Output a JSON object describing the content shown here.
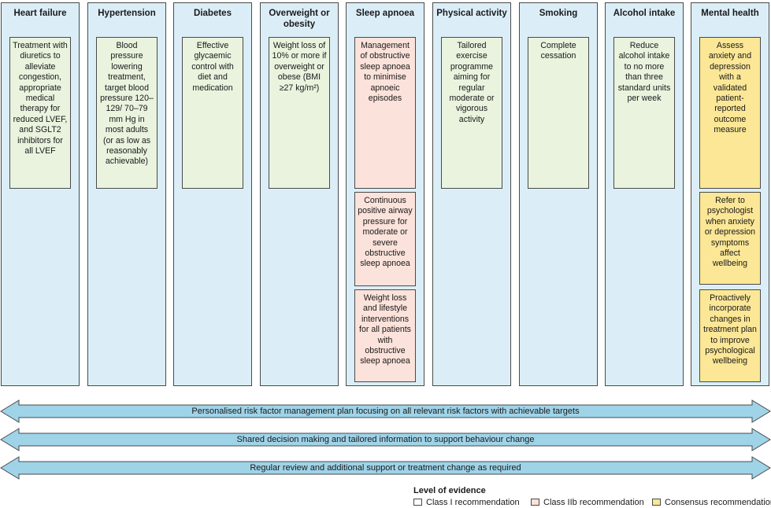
{
  "columns": [
    {
      "title": "Heart failure",
      "cards": [
        {
          "text": "Treatment with diuretics to alleviate congestion, appropriate medical therapy for reduced LVEF, and SGLT2 inhibitors for all LVEF",
          "evidence": "class-i"
        }
      ]
    },
    {
      "title": "Hypertension",
      "cards": [
        {
          "text": "Blood pressure lowering treatment, target blood pressure 120–129/ 70–79 mm Hg in most adults (or as low as reasonably achievable)",
          "evidence": "class-i"
        }
      ]
    },
    {
      "title": "Diabetes",
      "cards": [
        {
          "text": "Effective glycaemic control with diet and medication",
          "evidence": "class-i"
        }
      ]
    },
    {
      "title": "Overweight or obesity",
      "cards": [
        {
          "text": "Weight loss of 10% or more if overweight or obese (BMI ≥27 kg/m²)",
          "evidence": "class-i"
        }
      ]
    },
    {
      "title": "Sleep apnoea",
      "cards": [
        {
          "text": "Management of obstructive sleep apnoea to minimise apnoeic episodes",
          "evidence": "class-iib"
        },
        {
          "text": "Continuous positive airway pressure for moderate or severe obstructive sleep apnoea",
          "evidence": "class-iib"
        },
        {
          "text": "Weight loss and lifestyle interventions for all patients with obstructive sleep apnoea",
          "evidence": "class-iib"
        }
      ]
    },
    {
      "title": "Physical activity",
      "cards": [
        {
          "text": "Tailored exercise programme aiming for regular moderate or vigorous activity",
          "evidence": "class-i"
        }
      ]
    },
    {
      "title": "Smoking",
      "cards": [
        {
          "text": "Complete cessation",
          "evidence": "class-i"
        }
      ]
    },
    {
      "title": "Alcohol intake",
      "cards": [
        {
          "text": "Reduce alcohol intake to no more than three standard units per week",
          "evidence": "class-i"
        }
      ]
    },
    {
      "title": "Mental health",
      "cards": [
        {
          "text": "Assess anxiety and depression with a validated patient-reported outcome measure",
          "evidence": "consensus"
        },
        {
          "text": "Refer to psychologist when anxiety or depression symptoms affect wellbeing",
          "evidence": "consensus"
        },
        {
          "text": "Proactively incorporate changes in treatment plan to improve psychological wellbeing",
          "evidence": "consensus"
        }
      ]
    }
  ],
  "arrows": [
    "Personalised risk factor management plan focusing on all relevant risk factors with achievable targets",
    "Shared decision making and tailored information to support behaviour change",
    "Regular review and additional support or treatment change as required"
  ],
  "legend": {
    "title": "Level of evidence",
    "items": [
      {
        "label": "Class I recommendation",
        "color": "#ffffff"
      },
      {
        "label": "Class IIb recommendation",
        "color": "#fbe2da"
      },
      {
        "label": "Consensus recommendation",
        "color": "#fbe796"
      }
    ]
  },
  "colors": {
    "column_bg": "#dbeef8",
    "class_i_card": "#e9f3de",
    "class_iib_card": "#fbe2da",
    "consensus_card": "#fbe796",
    "arrow_fill": "#9fd3e8",
    "border": "#4a4a4a"
  }
}
